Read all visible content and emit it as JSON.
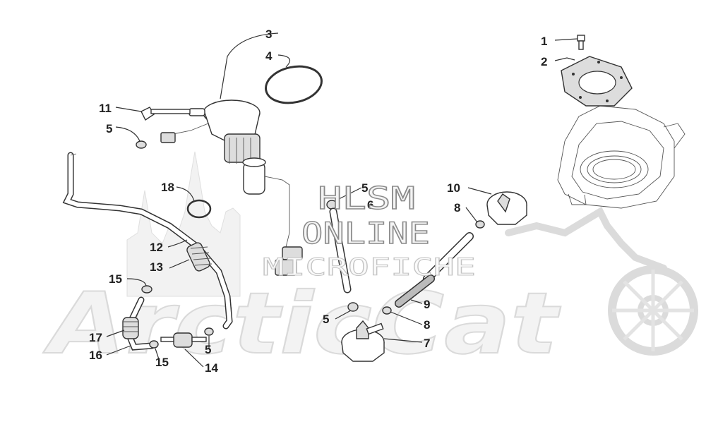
{
  "diagram": {
    "callouts": [
      "1",
      "2",
      "3",
      "4",
      "5",
      "5",
      "5",
      "5",
      "6",
      "7",
      "8",
      "8",
      "9",
      "10",
      "11",
      "12",
      "13",
      "14",
      "15",
      "15",
      "16",
      "17",
      "18"
    ]
  },
  "watermark": {
    "line1": "HLSM",
    "line2": "ONLINE",
    "line3": "MICROFICHE",
    "logo": "ArcticCat"
  }
}
